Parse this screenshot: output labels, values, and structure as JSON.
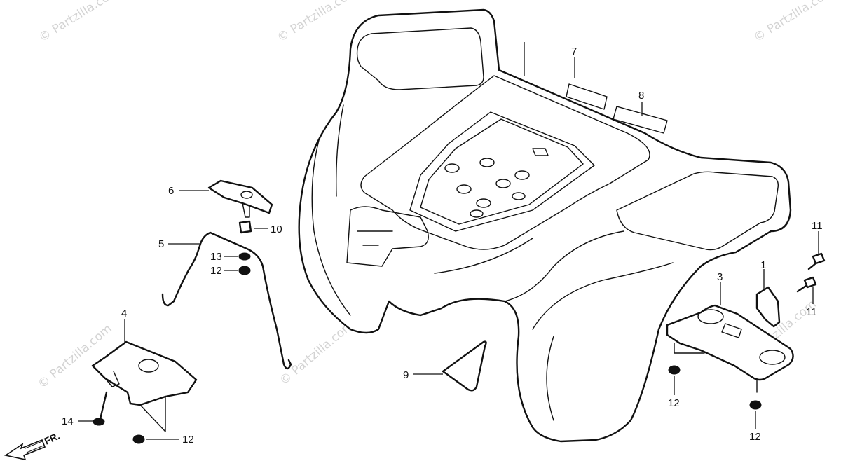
{
  "watermark": "© Partzilla.com",
  "direction_label": "FR.",
  "callouts": {
    "c1": "1",
    "c3": "3",
    "c4": "4",
    "c5": "5",
    "c6": "6",
    "c7": "7",
    "c8": "8",
    "c9": "9",
    "c10": "10",
    "c11a": "11",
    "c11b": "11",
    "c12a": "12",
    "c12b": "12",
    "c12c": "12",
    "c12d": "12",
    "c13": "13",
    "c14": "14"
  }
}
